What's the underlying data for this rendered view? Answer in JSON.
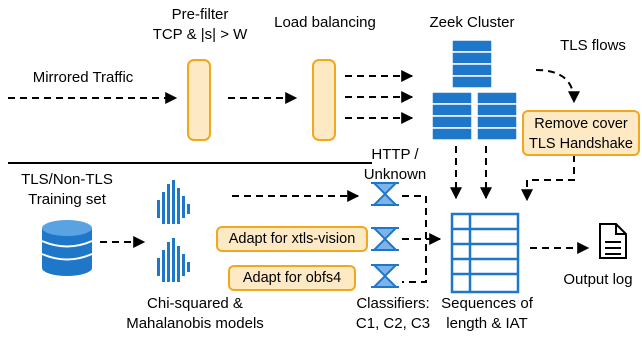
{
  "labels": {
    "prefilter": "Pre-filter\nTCP & |s| > W",
    "load_balancing": "Load balancing",
    "zeek_cluster": "Zeek Cluster",
    "tls_flows": "TLS flows",
    "mirrored_traffic": "Mirrored Traffic",
    "remove_cover": "Remove cover\nTLS Handshake",
    "http_unknown": "HTTP /\nUnknown",
    "training_set": "TLS/Non-TLS\nTraining set",
    "adapt_xtls": "Adapt for xtls-vision",
    "adapt_obfs4": "Adapt for obfs4",
    "models": "Chi-squared &\nMahalanobis models",
    "classifiers": "Classifiers:\nC1, C2, C3",
    "sequences": "Sequences of\nlength & IAT",
    "output_log": "Output log"
  },
  "colors": {
    "orange_fill": "#fde9c4",
    "orange_border": "#f0a81d",
    "blue": "#1f77c9",
    "blue_light": "#5aa3e3",
    "text": "#000000"
  },
  "icons": [
    "filter-icon",
    "server-stack-icon",
    "database-icon",
    "histogram-icon",
    "hourglass-icon",
    "table-icon",
    "document-icon"
  ]
}
